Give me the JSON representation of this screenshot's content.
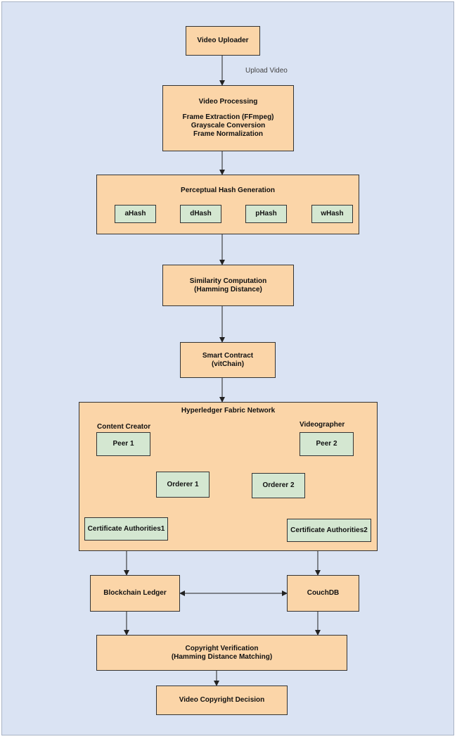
{
  "nodes": {
    "uploader": "Video Uploader",
    "upload_edge_label": "Upload Video",
    "processing": {
      "title": "Video Processing",
      "lines": [
        "Frame Extraction (FFmpeg)",
        "Grayscale Conversion",
        "Frame Normalization"
      ]
    },
    "hash_generation": {
      "title": "Perceptual Hash Generation",
      "hashes": [
        "aHash",
        "dHash",
        "pHash",
        "wHash"
      ]
    },
    "similarity": {
      "line1": "Similarity Computation",
      "line2": "(Hamming Distance)"
    },
    "smart_contract": {
      "line1": "Smart Contract",
      "line2": "(vitChain)"
    },
    "fabric": {
      "title": "Hyperledger Fabric Network",
      "org1_label": "Content Creator",
      "org2_label": "Videographer",
      "peer1": "Peer 1",
      "peer2": "Peer 2",
      "orderer1": "Orderer 1",
      "orderer2": "Orderer 2",
      "ca1": "Certificate Authorities1",
      "ca2": "Certificate Authorities2"
    },
    "ledger": "Blockchain Ledger",
    "couchdb": "CouchDB",
    "verification": {
      "line1": "Copyright Verification",
      "line2": "(Hamming Distance Matching)"
    },
    "decision": "Video Copyright Decision"
  },
  "colors": {
    "background": "#dae3f3",
    "process_fill": "#fbd5a8",
    "component_fill": "#d4e7d1",
    "stroke": "#333333"
  }
}
